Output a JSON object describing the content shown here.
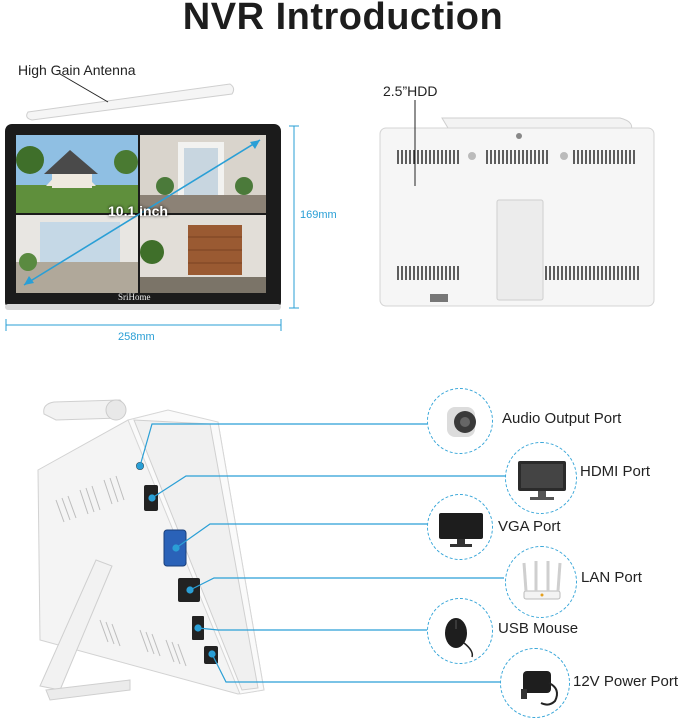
{
  "title": "NVR Introduction",
  "front": {
    "antenna_label": "High Gain Antenna",
    "screen_size": "10.1 inch",
    "height_label": "169mm",
    "width_label": "258mm",
    "brand": "SriHome"
  },
  "back": {
    "hdd_label": "2.5”HDD"
  },
  "ports": [
    {
      "label": "Audio Output Port",
      "icon": "speaker-icon"
    },
    {
      "label": "HDMI Port",
      "icon": "monitor-icon"
    },
    {
      "label": "VGA Port",
      "icon": "monitor-icon"
    },
    {
      "label": "LAN Port",
      "icon": "router-icon"
    },
    {
      "label": "USB Mouse",
      "icon": "mouse-icon"
    },
    {
      "label": "12V Power Port",
      "icon": "power-adapter-icon"
    }
  ],
  "colors": {
    "accent": "#2a9fd6",
    "device": "#f4f4f4",
    "bezel": "#1b1b1b"
  }
}
